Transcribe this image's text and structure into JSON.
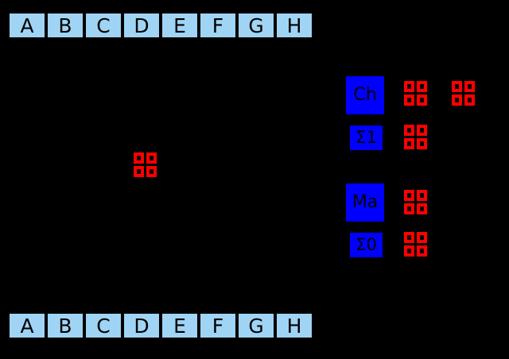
{
  "colors": {
    "background": "#000000",
    "letter_cell_fill": "#a0d4f5",
    "letter_cell_border": "#000000",
    "blue_box_fill": "#0000ff",
    "grid_icon_stroke": "#ff0000",
    "label_text": "#000000"
  },
  "strips": {
    "top": {
      "name": "top-letter-row",
      "cells": [
        "A",
        "B",
        "C",
        "D",
        "E",
        "F",
        "G",
        "H"
      ]
    },
    "bottom": {
      "name": "bottom-letter-row",
      "cells": [
        "A",
        "B",
        "C",
        "D",
        "E",
        "F",
        "G",
        "H"
      ]
    }
  },
  "center": {
    "grid_icon": "grid-2x2-icon"
  },
  "panel": {
    "groups": [
      {
        "id": "group-ch",
        "rows": [
          {
            "id": "row-ch",
            "label": "Ch",
            "label_style": "tall",
            "grid_count": 2
          },
          {
            "id": "row-sigma1",
            "label": "Σ1",
            "label_style": "short",
            "grid_count": 1
          }
        ]
      },
      {
        "id": "group-ma",
        "rows": [
          {
            "id": "row-ma",
            "label": "Ma",
            "label_style": "tall",
            "grid_count": 1
          },
          {
            "id": "row-sigma0",
            "label": "Σ0",
            "label_style": "short",
            "grid_count": 1
          }
        ]
      }
    ]
  },
  "icons": {
    "grid": "grid-2x2-icon"
  }
}
